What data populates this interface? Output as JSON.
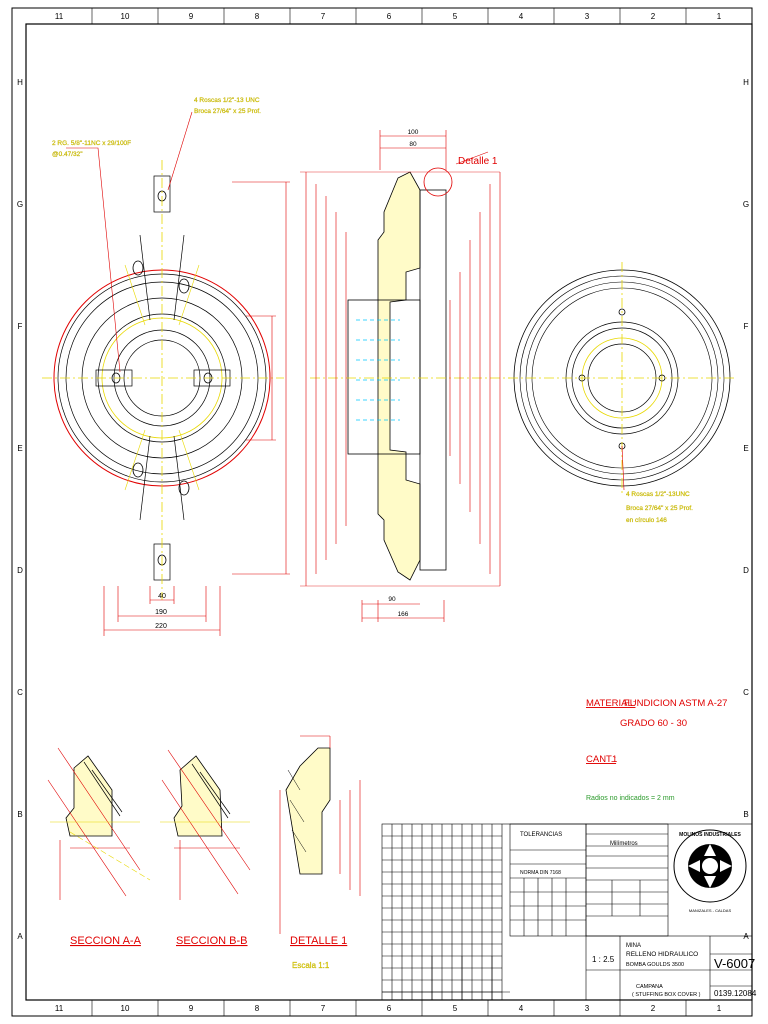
{
  "zones": {
    "columns": [
      "11",
      "10",
      "9",
      "8",
      "7",
      "6",
      "5",
      "4",
      "3",
      "2",
      "1"
    ],
    "rows": [
      "H",
      "G",
      "F",
      "E",
      "D",
      "C",
      "B",
      "A"
    ]
  },
  "notes": {
    "thread_left_1": "2 RG. 5/8\"-11NC x 29/100F",
    "thread_left_2": "@0.47/32\"",
    "thread_top_1": "4 Roscas 1/2\"-13 UNC",
    "thread_top_2": "Broca 27/64\" x 25 Prof.",
    "thread_right_1": "4 Roscas 1/2\"-13UNC",
    "thread_right_2": "Broca 27/64\" x 25 Prof.",
    "thread_right_3": "en círculo 146",
    "detail_ref": "Detalle 1"
  },
  "dims": {
    "front_190": "190",
    "front_220": "220",
    "front_40": "40",
    "section_100": "100",
    "section_80": "80",
    "section_90": "90",
    "section_166": "166"
  },
  "material": {
    "label": "MATERIAL:",
    "value_1": "FUNDICION ASTM A-27",
    "value_2": "GRADO 60 - 30",
    "qty_label": "CANT.:",
    "qty_value": "1",
    "radii": "Radios no indicados = 2 mm"
  },
  "sections": {
    "a_title": "SECCION A-A",
    "b_title": "SECCION B-B",
    "detail_title": "DETALLE 1",
    "detail_scale": "Escala 1:1"
  },
  "title_block": {
    "tolerances_title": "TOLERANCIAS",
    "norma": "NORMA DIN 7168",
    "unidades": "Milímetros",
    "scale": "1 : 2.5",
    "part_1": "MINA",
    "part_2": "RELLENO HIDRAULICO",
    "part_3": "BOMBA GOULDS 3500",
    "piece_1": "CAMPANA",
    "piece_2": "( STUFFING BOX COVER )",
    "drawing_no": "V-6007",
    "code": "0139.12084",
    "company": "MOLINOS INDUSTRIALES",
    "logo_sub": "MANIZALES - CALDAS"
  }
}
